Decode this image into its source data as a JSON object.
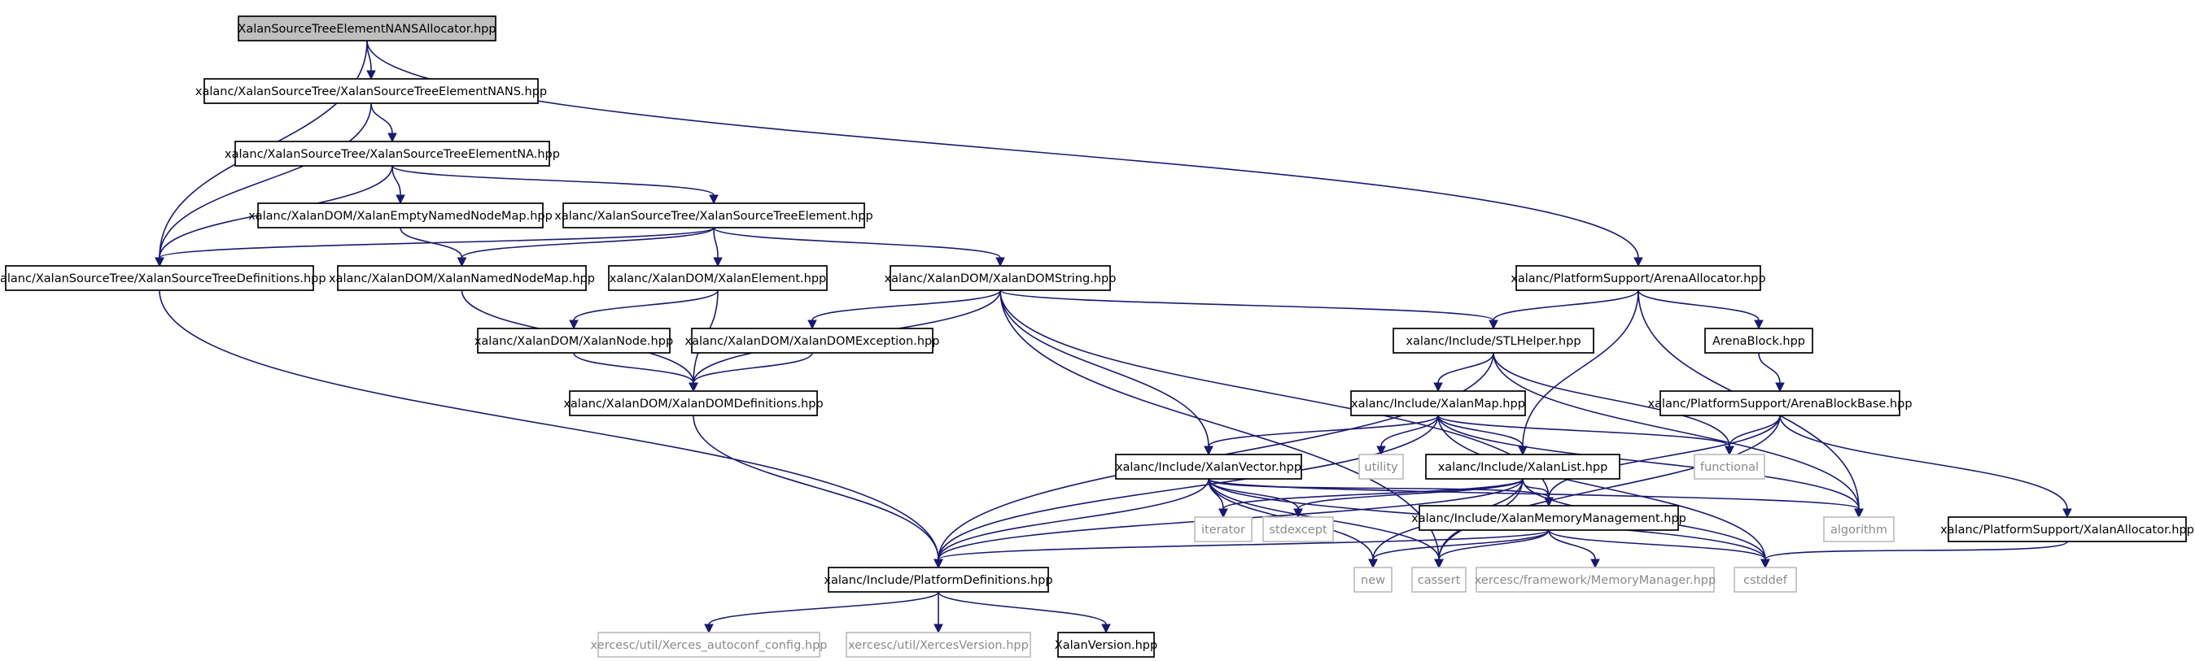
{
  "diagram": {
    "type": "include-dependency-graph",
    "nodes": [
      {
        "id": "root",
        "label": "XalanSourceTreeElementNANSAllocator.hpp",
        "kind": "root"
      },
      {
        "id": "nans",
        "label": "xalanc/XalanSourceTree/XalanSourceTreeElementNANS.hpp",
        "kind": "local"
      },
      {
        "id": "na",
        "label": "xalanc/XalanSourceTree/XalanSourceTreeElementNA.hpp",
        "kind": "local"
      },
      {
        "id": "emptymap",
        "label": "xalanc/XalanDOM/XalanEmptyNamedNodeMap.hpp",
        "kind": "local"
      },
      {
        "id": "stelement",
        "label": "xalanc/XalanSourceTree/XalanSourceTreeElement.hpp",
        "kind": "local"
      },
      {
        "id": "stdefs",
        "label": "xalanc/XalanSourceTree/XalanSourceTreeDefinitions.hpp",
        "kind": "local"
      },
      {
        "id": "nodemap",
        "label": "xalanc/XalanDOM/XalanNamedNodeMap.hpp",
        "kind": "local"
      },
      {
        "id": "element",
        "label": "xalanc/XalanDOM/XalanElement.hpp",
        "kind": "local"
      },
      {
        "id": "domstring",
        "label": "xalanc/XalanDOM/XalanDOMString.hpp",
        "kind": "local"
      },
      {
        "id": "arena",
        "label": "xalanc/PlatformSupport/ArenaAllocator.hpp",
        "kind": "local"
      },
      {
        "id": "node",
        "label": "xalanc/XalanDOM/XalanNode.hpp",
        "kind": "local"
      },
      {
        "id": "domexc",
        "label": "xalanc/XalanDOM/XalanDOMException.hpp",
        "kind": "local"
      },
      {
        "id": "stlhelper",
        "label": "xalanc/Include/STLHelper.hpp",
        "kind": "local"
      },
      {
        "id": "arenablock",
        "label": "ArenaBlock.hpp",
        "kind": "local"
      },
      {
        "id": "domdefs",
        "label": "xalanc/XalanDOM/XalanDOMDefinitions.hpp",
        "kind": "local"
      },
      {
        "id": "xalanmap",
        "label": "xalanc/Include/XalanMap.hpp",
        "kind": "local"
      },
      {
        "id": "arenablockbase",
        "label": "xalanc/PlatformSupport/ArenaBlockBase.hpp",
        "kind": "local"
      },
      {
        "id": "utility",
        "label": "utility",
        "kind": "external"
      },
      {
        "id": "functional",
        "label": "functional",
        "kind": "external"
      },
      {
        "id": "xvector",
        "label": "xalanc/Include/XalanVector.hpp",
        "kind": "local"
      },
      {
        "id": "xlist",
        "label": "xalanc/Include/XalanList.hpp",
        "kind": "local"
      },
      {
        "id": "iterator",
        "label": "iterator",
        "kind": "external"
      },
      {
        "id": "stdexcept",
        "label": "stdexcept",
        "kind": "external"
      },
      {
        "id": "memmgmt",
        "label": "xalanc/Include/XalanMemoryManagement.hpp",
        "kind": "local"
      },
      {
        "id": "algorithm",
        "label": "algorithm",
        "kind": "external"
      },
      {
        "id": "xallocator",
        "label": "xalanc/PlatformSupport/XalanAllocator.hpp",
        "kind": "local"
      },
      {
        "id": "platdefs",
        "label": "xalanc/Include/PlatformDefinitions.hpp",
        "kind": "local"
      },
      {
        "id": "new",
        "label": "new",
        "kind": "external"
      },
      {
        "id": "cassert",
        "label": "cassert",
        "kind": "external"
      },
      {
        "id": "memmgr",
        "label": "xercesc/framework/MemoryManager.hpp",
        "kind": "external"
      },
      {
        "id": "cstddef",
        "label": "cstddef",
        "kind": "external"
      },
      {
        "id": "autoconf",
        "label": "xercesc/util/Xerces_autoconf_config.hpp",
        "kind": "external"
      },
      {
        "id": "xercesver",
        "label": "xercesc/util/XercesVersion.hpp",
        "kind": "external"
      },
      {
        "id": "xalanver",
        "label": "XalanVersion.hpp",
        "kind": "local"
      }
    ],
    "edges": [
      [
        "root",
        "nans"
      ],
      [
        "root",
        "stdefs"
      ],
      [
        "root",
        "arena"
      ],
      [
        "nans",
        "na"
      ],
      [
        "nans",
        "stdefs"
      ],
      [
        "na",
        "emptymap"
      ],
      [
        "na",
        "stelement"
      ],
      [
        "na",
        "stdefs"
      ],
      [
        "emptymap",
        "nodemap"
      ],
      [
        "stelement",
        "stdefs"
      ],
      [
        "stelement",
        "nodemap"
      ],
      [
        "stelement",
        "element"
      ],
      [
        "stelement",
        "domstring"
      ],
      [
        "stdefs",
        "platdefs"
      ],
      [
        "nodemap",
        "domdefs"
      ],
      [
        "element",
        "node"
      ],
      [
        "element",
        "domdefs"
      ],
      [
        "node",
        "domdefs"
      ],
      [
        "domstring",
        "domexc"
      ],
      [
        "domstring",
        "domdefs"
      ],
      [
        "domstring",
        "stlhelper"
      ],
      [
        "domstring",
        "xvector"
      ],
      [
        "domstring",
        "memmgmt"
      ],
      [
        "domstring",
        "cassert"
      ],
      [
        "domexc",
        "domdefs"
      ],
      [
        "domdefs",
        "platdefs"
      ],
      [
        "arena",
        "stlhelper"
      ],
      [
        "arena",
        "arenablock"
      ],
      [
        "arena",
        "xlist"
      ],
      [
        "arena",
        "algorithm"
      ],
      [
        "stlhelper",
        "xalanmap"
      ],
      [
        "stlhelper",
        "platdefs"
      ],
      [
        "stlhelper",
        "functional"
      ],
      [
        "stlhelper",
        "algorithm"
      ],
      [
        "arenablock",
        "arenablockbase"
      ],
      [
        "arenablockbase",
        "functional"
      ],
      [
        "arenablockbase",
        "memmgmt"
      ],
      [
        "arenablockbase",
        "xallocator"
      ],
      [
        "arenablockbase",
        "cassert"
      ],
      [
        "xalanmap",
        "utility"
      ],
      [
        "xalanmap",
        "functional"
      ],
      [
        "xalanmap",
        "xvector"
      ],
      [
        "xalanmap",
        "xlist"
      ],
      [
        "xalanmap",
        "platdefs"
      ],
      [
        "xalanmap",
        "algorithm"
      ],
      [
        "xalanmap",
        "cstddef"
      ],
      [
        "xvector",
        "iterator"
      ],
      [
        "xvector",
        "stdexcept"
      ],
      [
        "xvector",
        "memmgmt"
      ],
      [
        "xvector",
        "algorithm"
      ],
      [
        "xvector",
        "platdefs"
      ],
      [
        "xvector",
        "new"
      ],
      [
        "xvector",
        "cassert"
      ],
      [
        "xvector",
        "cstddef"
      ],
      [
        "xlist",
        "iterator"
      ],
      [
        "xlist",
        "stdexcept"
      ],
      [
        "xlist",
        "memmgmt"
      ],
      [
        "xlist",
        "platdefs"
      ],
      [
        "xlist",
        "new"
      ],
      [
        "xlist",
        "cassert"
      ],
      [
        "xlist",
        "cstddef"
      ],
      [
        "memmgmt",
        "platdefs"
      ],
      [
        "memmgmt",
        "new"
      ],
      [
        "memmgmt",
        "cassert"
      ],
      [
        "memmgmt",
        "memmgr"
      ],
      [
        "memmgmt",
        "cstddef"
      ],
      [
        "xallocator",
        "cstddef"
      ],
      [
        "platdefs",
        "autoconf"
      ],
      [
        "platdefs",
        "xercesver"
      ],
      [
        "platdefs",
        "xalanver"
      ]
    ]
  },
  "colors": {
    "edge": "#191970",
    "root_fill": "#bfbfbf",
    "node_border": "#000000",
    "external_border": "#bfbfbf",
    "external_text": "#8a8a8a"
  }
}
